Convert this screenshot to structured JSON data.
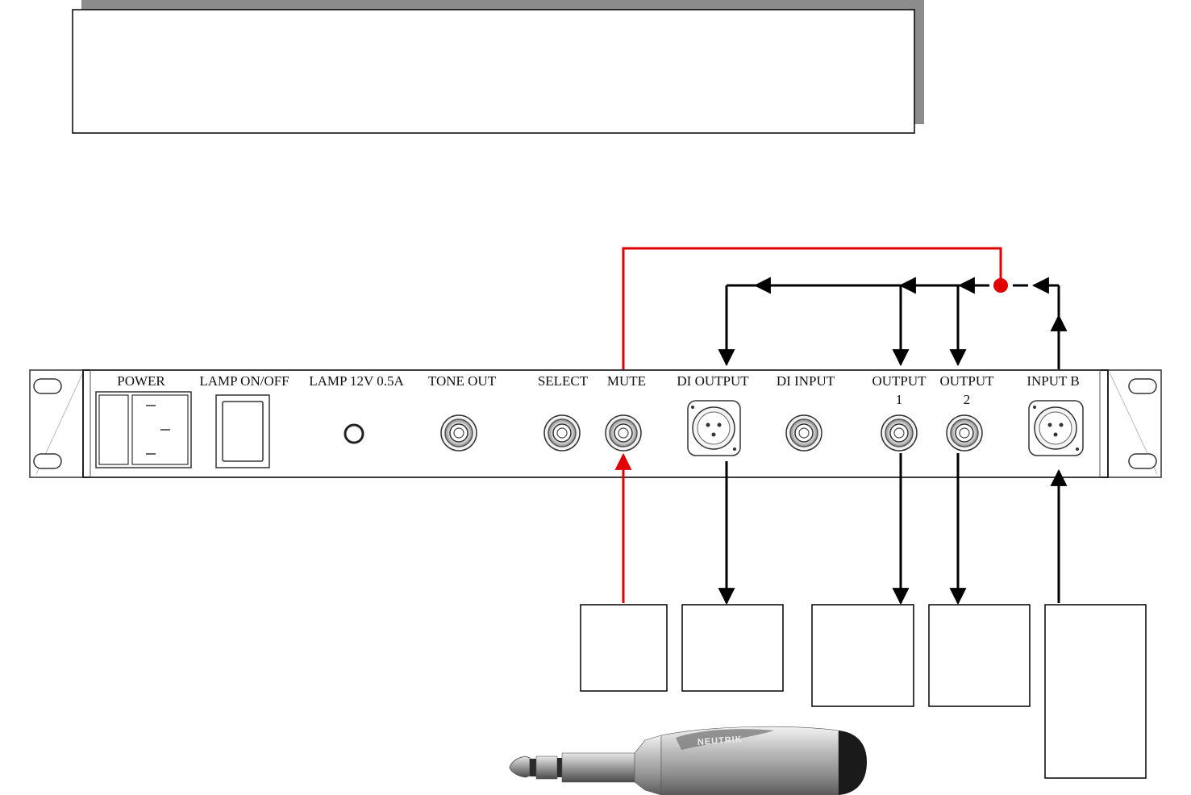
{
  "title_box": {
    "text": ""
  },
  "panel": {
    "labels": {
      "power": "POWER",
      "lamp_switch": "LAMP ON/OFF",
      "lamp_socket": "LAMP 12V 0.5A",
      "tone_out": "TONE OUT",
      "select": "SELECT",
      "mute": "MUTE",
      "di_output": "DI OUTPUT",
      "di_input": "DI INPUT",
      "output1": "OUTPUT",
      "output1_num": "1",
      "output2": "OUTPUT",
      "output2_num": "2",
      "input_b": "INPUT B"
    }
  },
  "boxes": {
    "mute_box": "",
    "di_output_box": "",
    "output1_box": "",
    "output2_box": "",
    "input_b_box": ""
  },
  "plug": {
    "brand": "NEUTRIK"
  },
  "colors": {
    "signal": "#000000",
    "mute_line": "#e00000",
    "panel_stroke": "#222222"
  }
}
